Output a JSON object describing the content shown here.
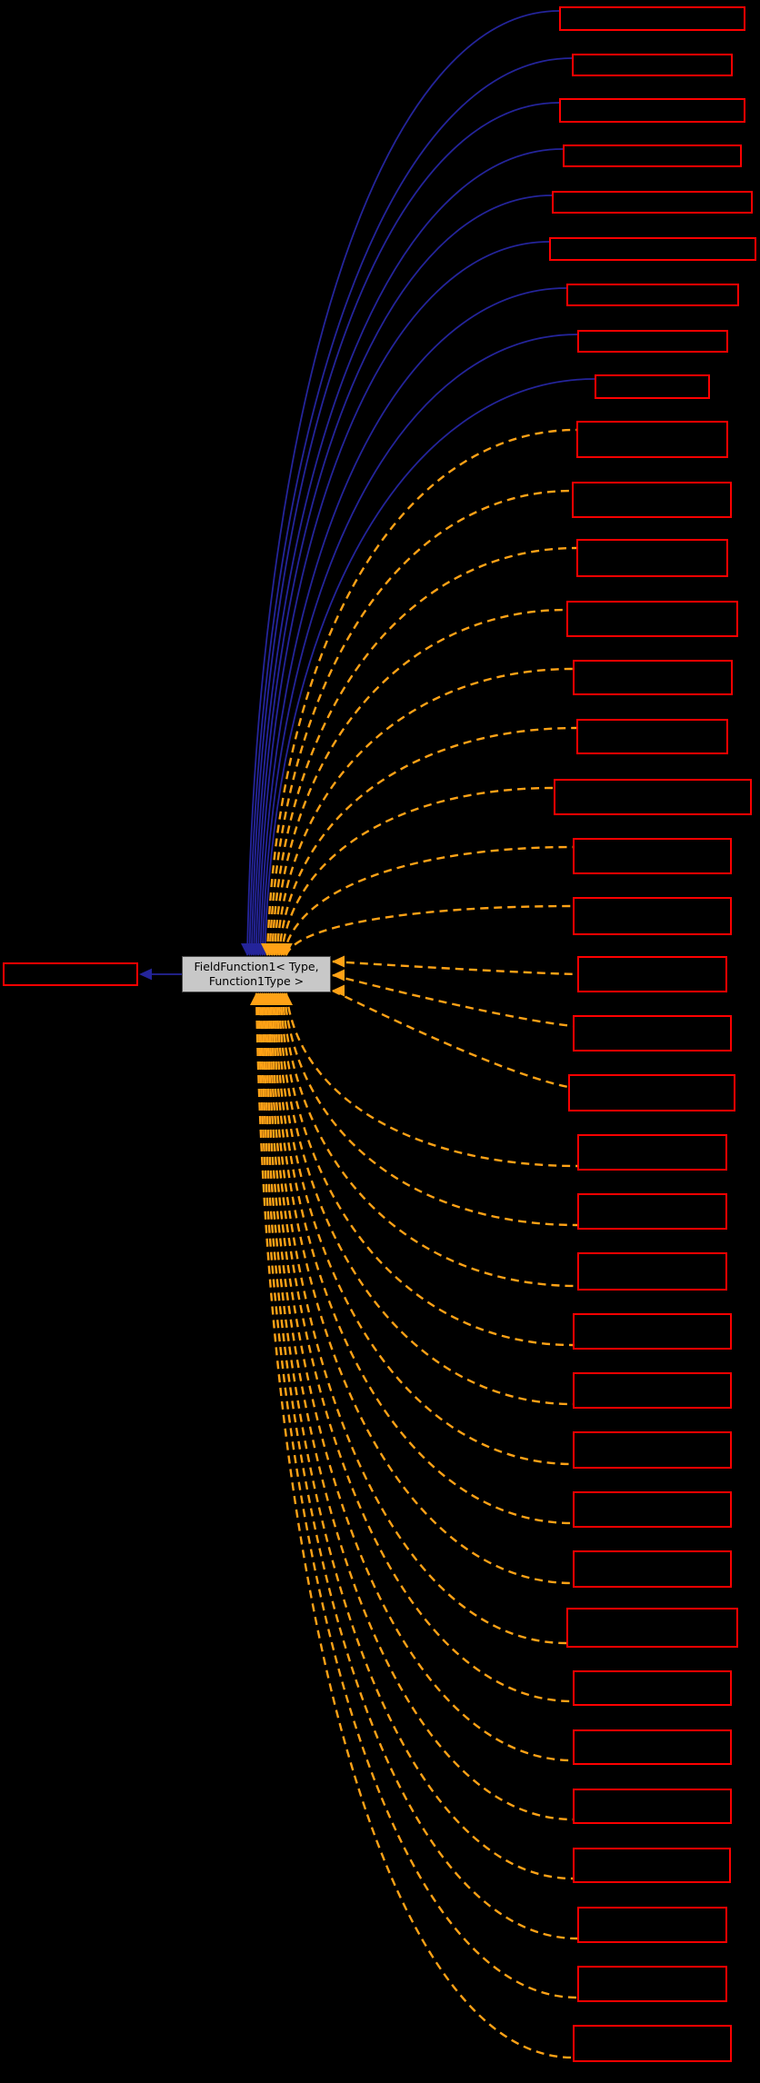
{
  "diagram_type": "class-collaboration-graph",
  "central_node": {
    "label_line1": "FieldFunction1< Type,",
    "label_line2": "Function1Type >",
    "fill": "#c8c8c8",
    "border_color": "#4a4a4a",
    "text_color": "#000000"
  },
  "styles": {
    "background": "#000000",
    "box_border_color": "#ff0000",
    "inheritance_edge_color": "#24249a",
    "usage_edge_color": "#ffa216",
    "inheritance_edge_style": "solid",
    "usage_edge_style": "dashed"
  },
  "left_node": {
    "edge": "inheritance"
  },
  "right_nodes": [
    {
      "edge": "inheritance"
    },
    {
      "edge": "inheritance"
    },
    {
      "edge": "inheritance"
    },
    {
      "edge": "inheritance"
    },
    {
      "edge": "inheritance"
    },
    {
      "edge": "inheritance"
    },
    {
      "edge": "inheritance"
    },
    {
      "edge": "inheritance"
    },
    {
      "edge": "inheritance"
    },
    {
      "edge": "usage"
    },
    {
      "edge": "usage"
    },
    {
      "edge": "usage"
    },
    {
      "edge": "usage"
    },
    {
      "edge": "usage"
    },
    {
      "edge": "usage"
    },
    {
      "edge": "usage"
    },
    {
      "edge": "usage"
    },
    {
      "edge": "usage"
    },
    {
      "edge": "usage"
    },
    {
      "edge": "usage"
    },
    {
      "edge": "usage"
    },
    {
      "edge": "usage"
    },
    {
      "edge": "usage"
    },
    {
      "edge": "usage"
    },
    {
      "edge": "usage"
    },
    {
      "edge": "usage"
    },
    {
      "edge": "usage"
    },
    {
      "edge": "usage"
    },
    {
      "edge": "usage"
    },
    {
      "edge": "usage"
    },
    {
      "edge": "usage"
    },
    {
      "edge": "usage"
    },
    {
      "edge": "usage"
    },
    {
      "edge": "usage"
    },
    {
      "edge": "usage"
    },
    {
      "edge": "usage"
    },
    {
      "edge": "usage"
    }
  ]
}
